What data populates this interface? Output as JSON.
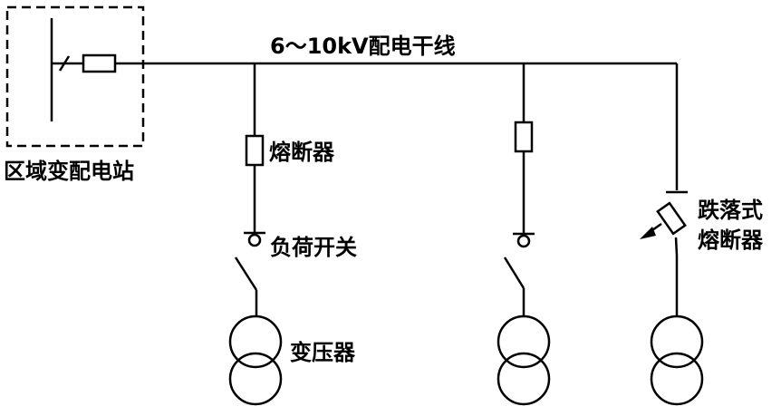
{
  "labels": {
    "station": "区域变配电站",
    "feeder": "6～10kV配电干线",
    "fuse": "熔断器",
    "load_switch": "负荷开关",
    "transformer": "变压器",
    "drop_fuse_line1": "跌落式",
    "drop_fuse_line2": "熔断器"
  }
}
